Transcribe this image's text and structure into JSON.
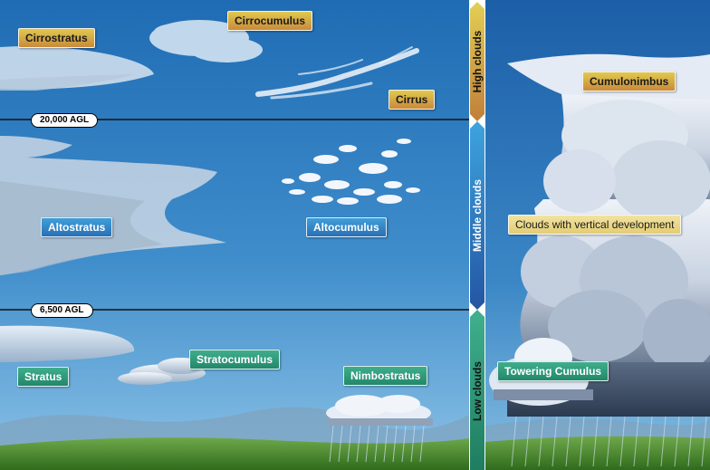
{
  "altitude_lines": {
    "upper": "20,000 AGL",
    "lower": "6,500 AGL"
  },
  "bands": {
    "high": "High clouds",
    "middle": "Middle clouds",
    "low": "Low clouds"
  },
  "clouds": {
    "cirrostratus": "Cirrostratus",
    "cirrocumulus": "Cirrocumulus",
    "cirrus": "Cirrus",
    "altostratus": "Altostratus",
    "altocumulus": "Altocumulus",
    "stratus": "Stratus",
    "stratocumulus": "Stratocumulus",
    "nimbostratus": "Nimbostratus",
    "cumulonimbus": "Cumulonimbus",
    "towering_cumulus": "Towering Cumulus",
    "vertical_development": "Clouds with vertical development"
  },
  "colors": {
    "sky_top": "#1f6cb4",
    "sky_bottom": "#78b5df",
    "ground": "#4a8a2c",
    "high_band": "#c98a3c",
    "middle_band": "#2a6fb5",
    "low_band": "#23876a",
    "vertical_label": "#e2cc74"
  }
}
